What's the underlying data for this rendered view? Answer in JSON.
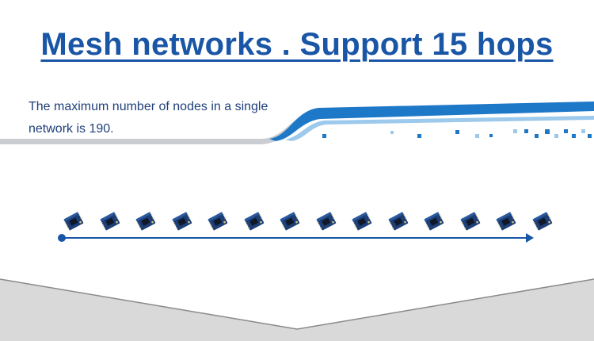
{
  "title": "Mesh networks . Support 15 hops",
  "subtitle": "The maximum number of nodes in a single network is 190.",
  "node_icon": "wireless-module-chip",
  "node_count": 14,
  "colors": {
    "title": "#1a56a6",
    "subtitle": "#1f3f7a",
    "swoosh_blue": "#1e78c8",
    "swoosh_light": "#9cc9ec",
    "swoosh_grey": "#c9ccd0",
    "line": "#1a56a6",
    "bottom_grey": "#d9d9d9"
  }
}
